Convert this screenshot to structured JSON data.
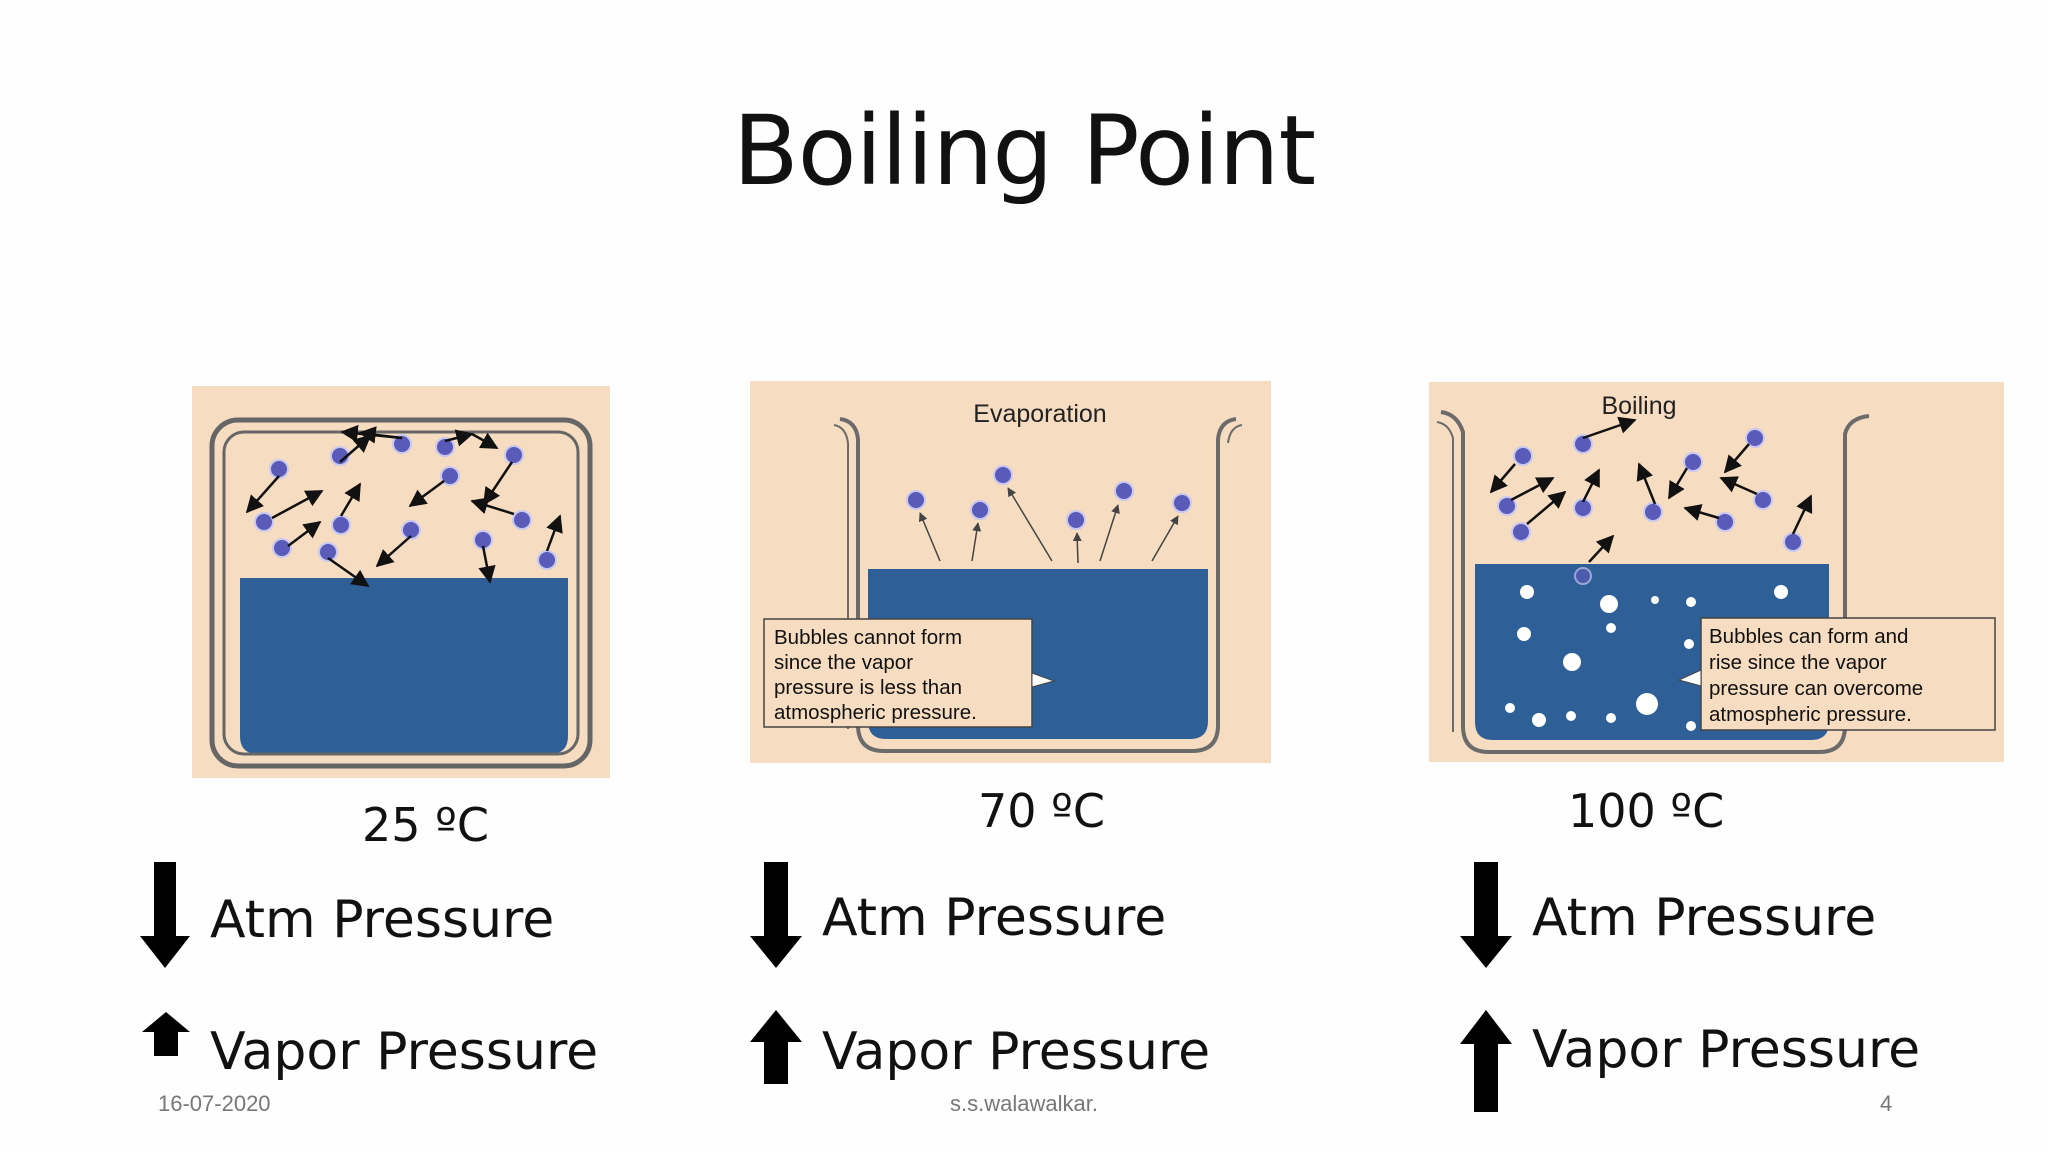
{
  "slide": {
    "title": "Boiling Point",
    "footer": {
      "date": "16-07-2020",
      "author": "s.s.walawalkar.",
      "page": "4"
    }
  },
  "panels": [
    {
      "id": "panel-25",
      "label": "",
      "temperature": "25 ºC",
      "callout": [],
      "atm_label": "Atm Pressure",
      "vapor_label": "Vapor Pressure",
      "vapor_level": "small"
    },
    {
      "id": "panel-70",
      "label": "Evaporation",
      "temperature": "70 ºC",
      "callout": [
        "Bubbles cannot form",
        "since the vapor",
        "pressure is less than",
        "atmospheric pressure."
      ],
      "atm_label": "Atm Pressure",
      "vapor_label": "Vapor Pressure",
      "vapor_level": "medium"
    },
    {
      "id": "panel-100",
      "label": "Boiling",
      "temperature": "100 ºC",
      "callout": [
        "Bubbles can form and",
        "rise since the vapor",
        "pressure can overcome",
        "atmospheric pressure."
      ],
      "atm_label": "Atm Pressure",
      "vapor_label": "Vapor Pressure",
      "vapor_level": "large"
    }
  ],
  "colors": {
    "background_panel": "#f6dcc0",
    "water": "#2e5f96",
    "molecule": "#5a5ab8",
    "container": "#6b6b6b",
    "arrow": "#000000"
  },
  "icons": {
    "atm_arrow": "arrow-down-icon",
    "vapor_arrow": "arrow-up-icon"
  }
}
